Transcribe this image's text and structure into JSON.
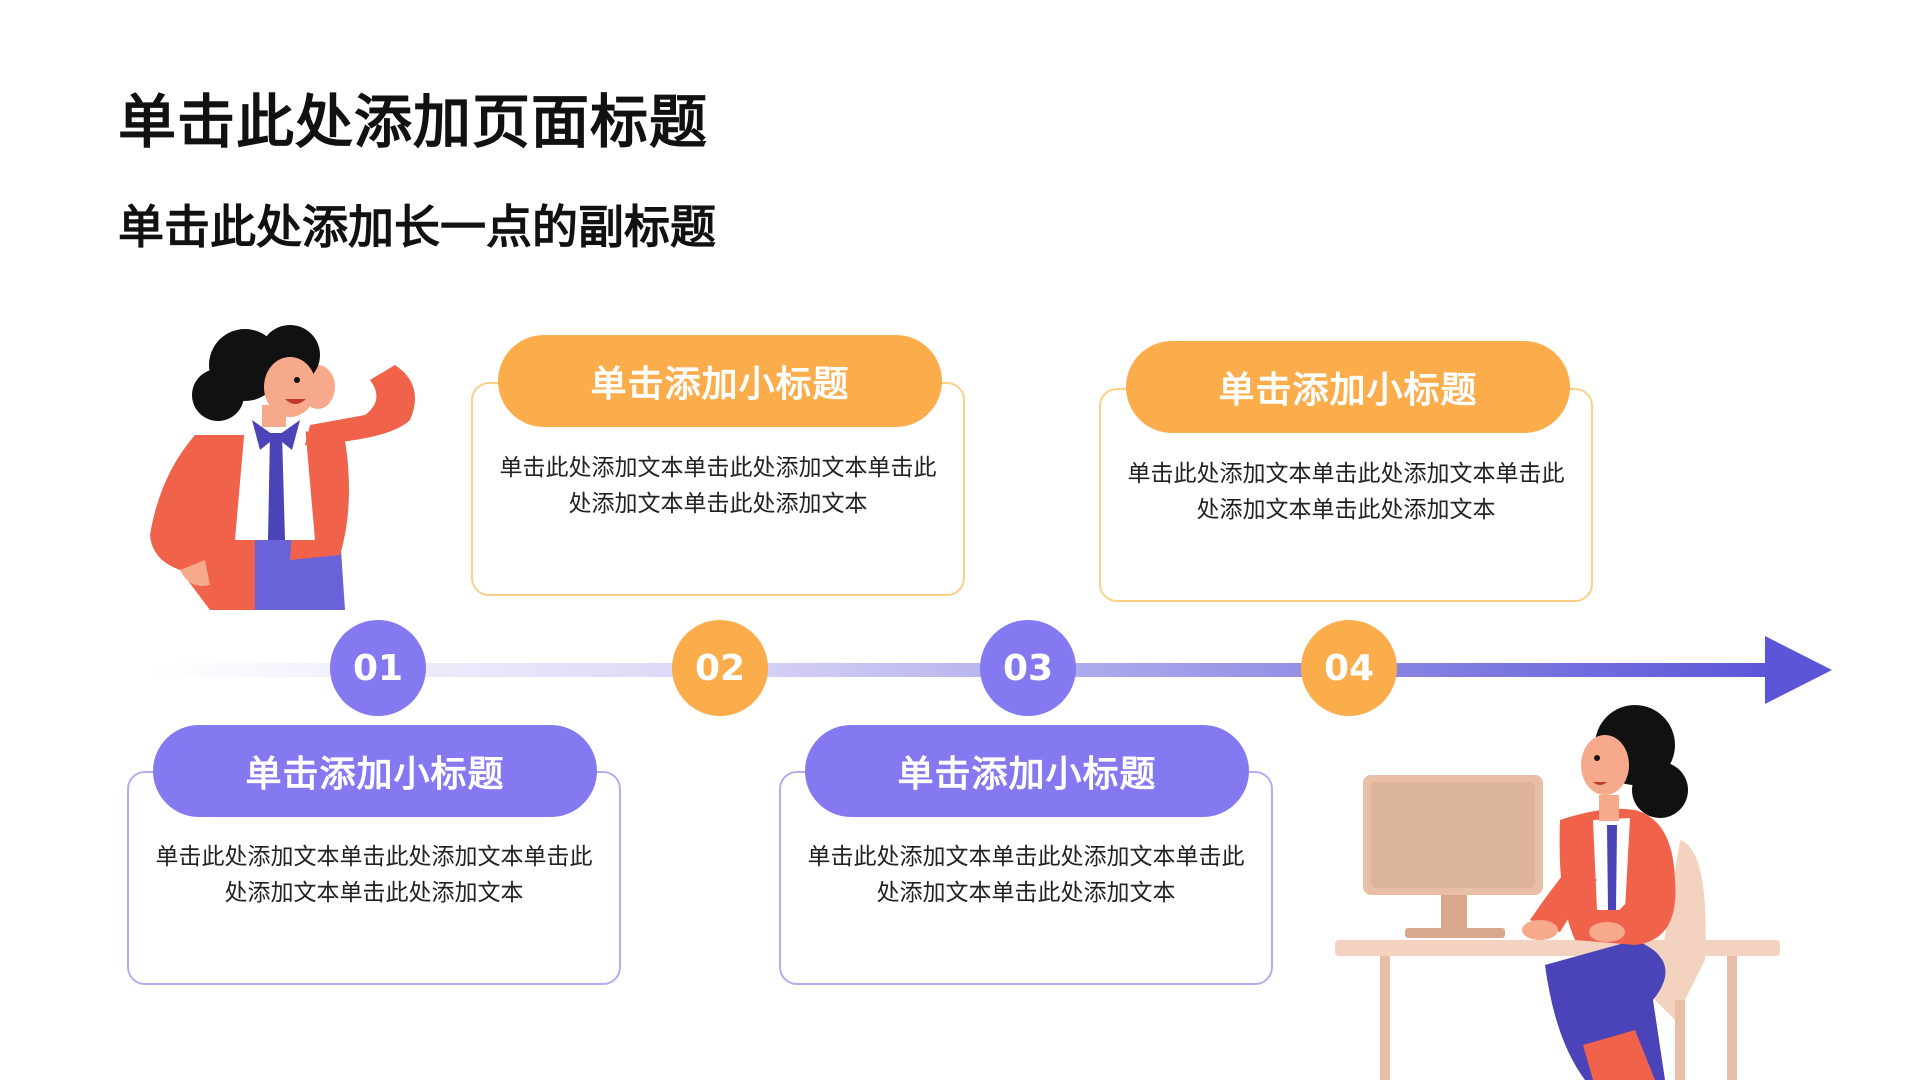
{
  "slide": {
    "title": "单击此处添加页面标题",
    "subtitle": "单击此处添加长一点的副标题"
  },
  "steps": [
    {
      "number": "01",
      "heading": "单击添加小标题",
      "body": "单击此处添加文本单击此处添加文本单击此处添加文本单击此处添加文本",
      "color": "#8479f0"
    },
    {
      "number": "02",
      "heading": "单击添加小标题",
      "body": "单击此处添加文本单击此处添加文本单击此处添加文本单击此处添加文本",
      "color": "#fbac4b"
    },
    {
      "number": "03",
      "heading": "单击添加小标题",
      "body": "单击此处添加文本单击此处添加文本单击此处添加文本单击此处添加文本",
      "color": "#8479f0"
    },
    {
      "number": "04",
      "heading": "单击添加小标题",
      "body": "单击此处添加文本单击此处添加文本单击此处添加文本单击此处添加文本",
      "color": "#fbac4b"
    }
  ],
  "colors": {
    "orange": "#fbac4b",
    "purple": "#8479f0",
    "arrow": "#5b56d8",
    "jacket": "#f0624a"
  },
  "icons": {
    "timeline": "timeline-arrow-icon",
    "woman_phone": "woman-on-phone-illustration",
    "woman_computer": "woman-at-computer-illustration"
  }
}
